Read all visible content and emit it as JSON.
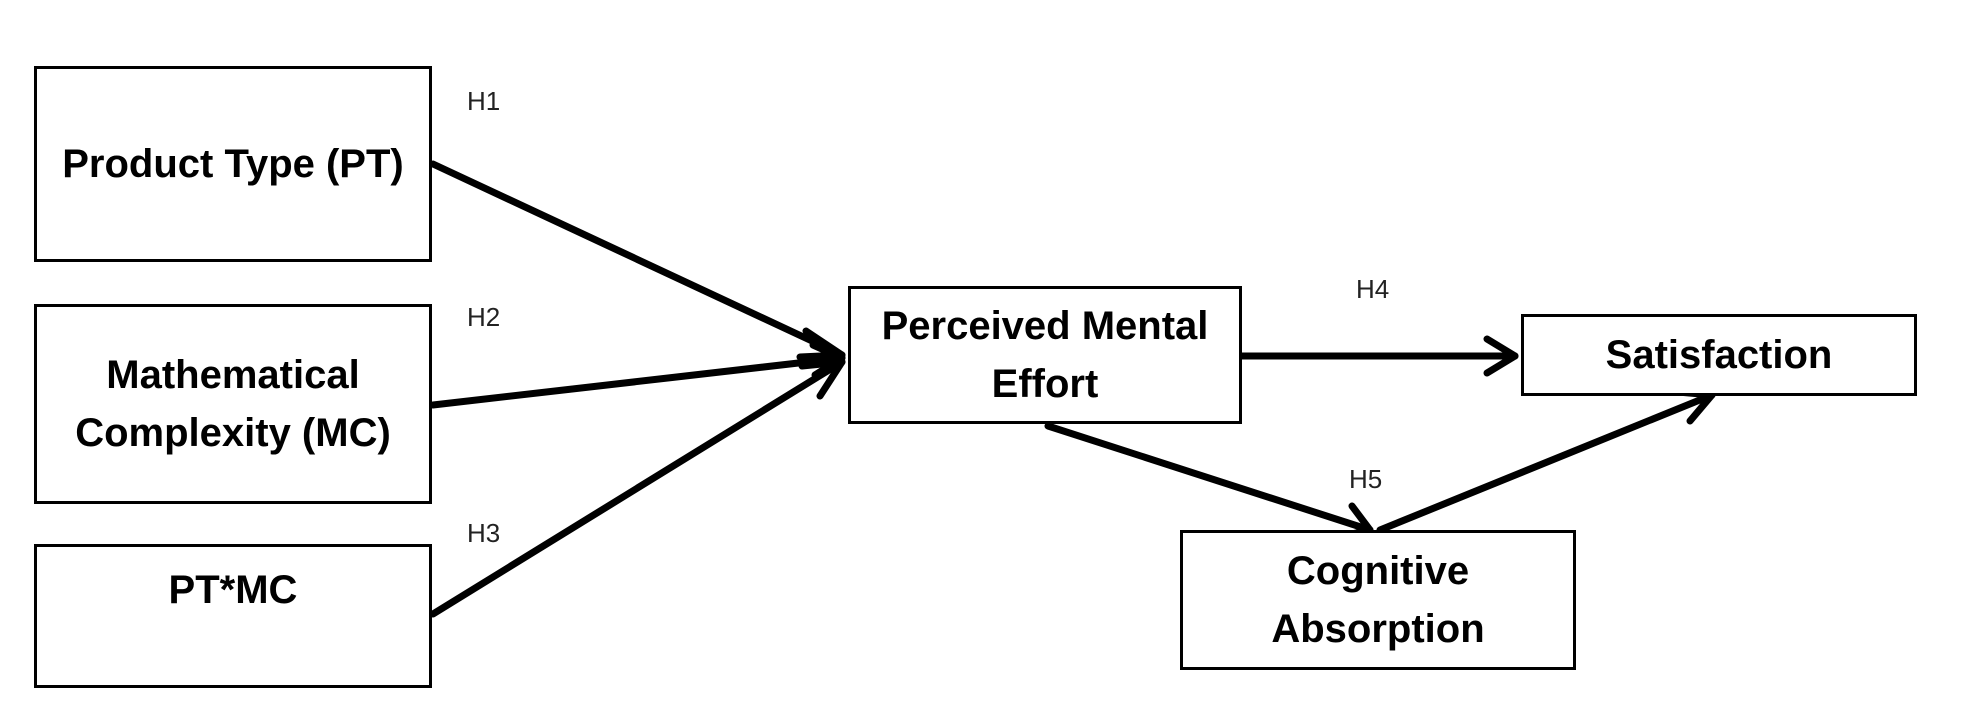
{
  "nodes": {
    "product_type": "Product Type (PT)",
    "math_complexity": "Mathematical\nComplexity (MC)",
    "interaction": "PT*MC",
    "mental_effort": "Perceived Mental\nEffort",
    "satisfaction": "Satisfaction",
    "cognitive_absorption": "Cognitive\nAbsorption"
  },
  "hypotheses": {
    "h1": "H1",
    "h2": "H2",
    "h3": "H3",
    "h4": "H4",
    "h5": "H5"
  },
  "edges": [
    {
      "from": "product_type",
      "to": "mental_effort",
      "label": "H1"
    },
    {
      "from": "math_complexity",
      "to": "mental_effort",
      "label": "H2"
    },
    {
      "from": "interaction",
      "to": "mental_effort",
      "label": "H3"
    },
    {
      "from": "mental_effort",
      "to": "satisfaction",
      "label": "H4"
    },
    {
      "from": "mental_effort",
      "to": "cognitive_absorption",
      "label": "H5"
    },
    {
      "from": "cognitive_absorption",
      "to": "satisfaction",
      "label": ""
    }
  ]
}
